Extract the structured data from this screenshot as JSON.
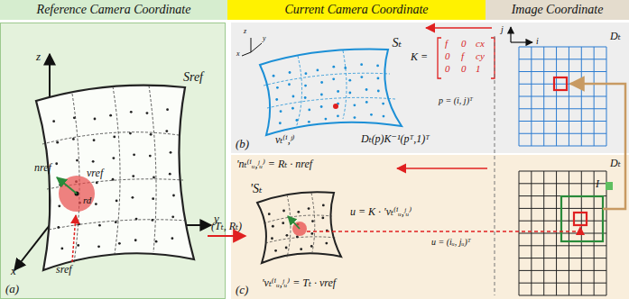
{
  "diagram": {
    "nodes": [
      {
        "text": [
          "Reference Camera Coordinate"
        ]
      },
      {
        "text": [
          "Current Camera Coordinate"
        ]
      },
      {
        "text": [
          "Image Coordinate"
        ]
      },
      {
        "text": [
          "(a)"
        ]
      },
      {
        "text": [
          "Sref"
        ],
        "in": 3
      },
      {
        "text": [
          "(b)"
        ]
      },
      {
        "text": [
          "Sₜ"
        ],
        "in": 5
      },
      {
        "text": [
          "(c)"
        ]
      },
      {
        "text": [
          "'Sₜ"
        ],
        "in": 7
      }
    ],
    "edges": [
      {
        "from": 4,
        "to": 8,
        "arrow": "to",
        "label": "(Tₜ, Rₜ)"
      }
    ],
    "labels": [
      "z",
      "y",
      "x",
      "nref",
      "vref",
      "rd",
      "sref",
      "z",
      "y",
      "x",
      "K =",
      "f",
      "0",
      "cx",
      "0",
      "f",
      "cy",
      "0",
      "0",
      "1",
      "p = (i, j)ᵀ",
      "j",
      "i",
      "Dₜ",
      "vₜ⁽ⁱ,ʲ⁾",
      "Dₜ(p)K⁻¹(pᵀ,1)ᵀ",
      "'nₜ⁽ⁱᵤ,ʲᵤ⁾ = Rₜ · nref",
      "u = K · 'vₜ⁽ⁱᵤ,ʲᵤ⁾",
      "u = (iᵤ, jᵤ)ᵀ",
      "'vₜ⁽ⁱᵤ,ʲᵤ⁾ = Tₜ · vref",
      "I",
      "Dₜ"
    ]
  }
}
